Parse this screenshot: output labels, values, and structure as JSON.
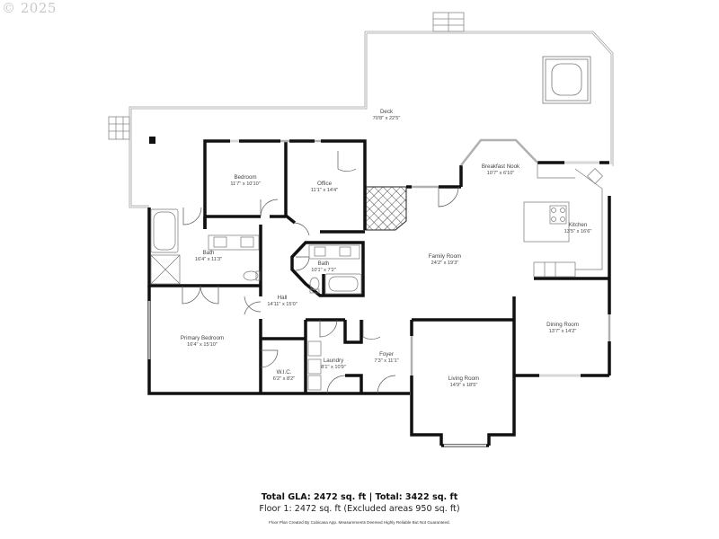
{
  "copyright": "© 2025",
  "rooms": {
    "deck": {
      "name": "Deck",
      "dim": "70'8\" x 22'5\""
    },
    "bedroom": {
      "name": "Bedroom",
      "dim": "11'7\" x 10'10\""
    },
    "office": {
      "name": "Office",
      "dim": "11'1\" x 14'4\""
    },
    "breakfast_nook": {
      "name": "Breakfast Nook",
      "dim": "10'7\" x 6'10\""
    },
    "kitchen": {
      "name": "Kitchen",
      "dim": "13'5\" x 16'6\""
    },
    "bath_primary": {
      "name": "Bath",
      "dim": "16'4\" x 11'3\""
    },
    "bath_hall": {
      "name": "Bath",
      "dim": "10'1\" x 7'2\""
    },
    "family_room": {
      "name": "Family Room",
      "dim": "24'2\" x 19'3\""
    },
    "hall": {
      "name": "Hall",
      "dim": "14'11\" x 15'0\""
    },
    "primary_bedroom": {
      "name": "Primary Bedroom",
      "dim": "16'4\" x 15'10\""
    },
    "wic": {
      "name": "W.I.C.",
      "dim": "6'2\" x 8'2\""
    },
    "laundry": {
      "name": "Laundry",
      "dim": "8'1\" x 10'9\""
    },
    "foyer": {
      "name": "Foyer",
      "dim": "7'3\" x 11'1\""
    },
    "living_room": {
      "name": "Living Room",
      "dim": "14'9\" x 18'5\""
    },
    "dining_room": {
      "name": "Dining Room",
      "dim": "13'7\" x 14'2\""
    }
  },
  "footer": {
    "total": "Total GLA: 2472 sq. ft | Total: 3422 sq. ft",
    "floor": "Floor 1: 2472 sq. ft (Excluded areas 950 sq. ft)",
    "note": "Floor Plan Created By Cubicasa App. Measurements Deemed Highly Reliable But Not Guaranteed."
  },
  "colors": {
    "wall": "#111111",
    "deck_outline": "#9a9a9a",
    "window": "#bdbdbd",
    "label": "#444444"
  }
}
